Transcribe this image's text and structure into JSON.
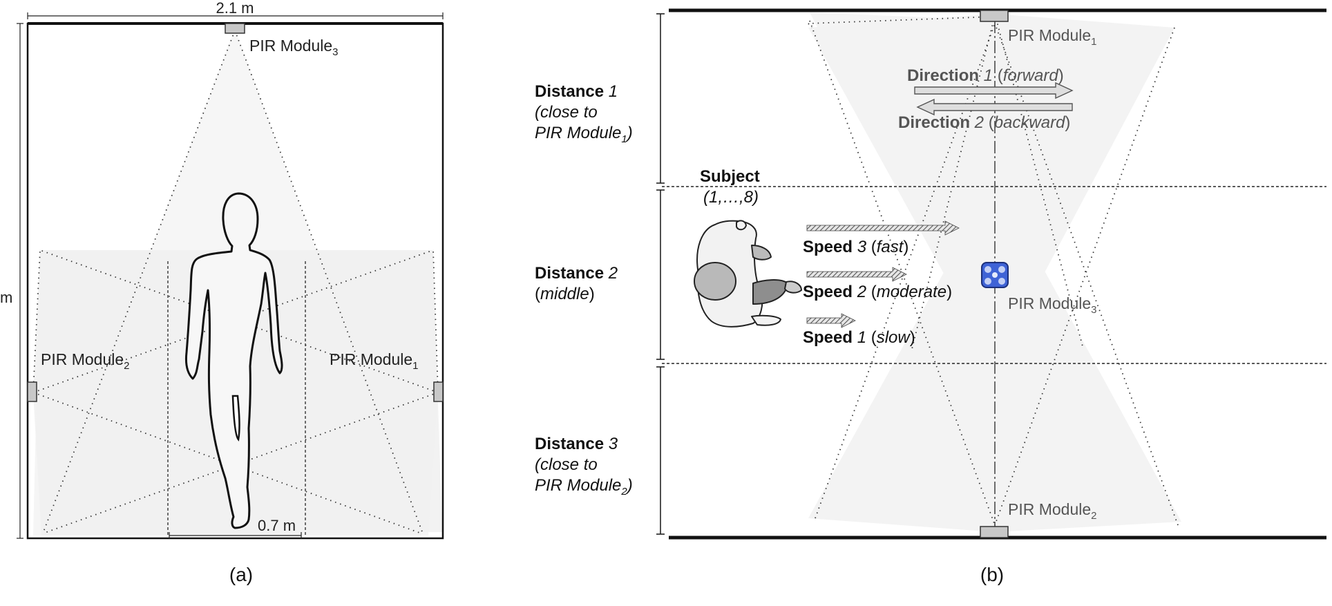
{
  "panel_a": {
    "dim_width": "2.1 m",
    "dim_height": "m",
    "dim_path": "0.7 m",
    "pir_top": {
      "name": "PIR Module",
      "sub": "3"
    },
    "pir_left": {
      "name": "PIR Module",
      "sub": "2"
    },
    "pir_right": {
      "name": "PIR Module",
      "sub": "1"
    },
    "caption": "(a)"
  },
  "panel_b": {
    "pir_top": {
      "name": "PIR Module",
      "sub": "1"
    },
    "pir_mid": {
      "name": "PIR Module",
      "sub": "3"
    },
    "pir_bottom": {
      "name": "PIR Module",
      "sub": "2"
    },
    "direction1": {
      "bold": "Direction",
      "num": " 1",
      "open": " (",
      "word": "forward",
      "close": ")"
    },
    "direction2": {
      "bold": "Direction",
      "num": " 2",
      "open": " (",
      "word": "backward",
      "close": ")"
    },
    "distance1": {
      "bold": "Distance",
      "num": " 1",
      "line2": "(close to",
      "line3_prefix": "PIR Module",
      "line3_sub": "1",
      "line3_close": ")"
    },
    "distance2": {
      "bold": "Distance",
      "num": " 2",
      "line2_open": "(",
      "line2_word": "middle",
      "line2_close": ")"
    },
    "distance3": {
      "bold": "Distance",
      "num": " 3",
      "line2": "(close to",
      "line3_prefix": "PIR Module",
      "line3_sub": "2",
      "line3_close": ")"
    },
    "subject": {
      "bold": "Subject",
      "range": "(1,…,8)"
    },
    "speed3": {
      "bold": "Speed",
      "num": " 3",
      "open": " (",
      "word": "fast",
      "close": ")"
    },
    "speed2": {
      "bold": "Speed",
      "num": " 2",
      "open": " (",
      "word": "moderate",
      "close": ")"
    },
    "speed1": {
      "bold": "Speed",
      "num": " 1",
      "open": " (",
      "word": "slow",
      "close": ")"
    },
    "caption": "(b)"
  },
  "colors": {
    "sensor": "#c8c8c8",
    "sensor_mid": "#3f63d6",
    "fov": "#f4f4f4",
    "arrow_fill": "#dedede"
  }
}
